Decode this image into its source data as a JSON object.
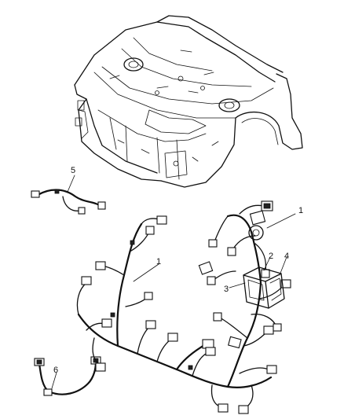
{
  "callouts": {
    "c1_top": "1",
    "c1_mid": "1",
    "c2": "2",
    "c3": "3",
    "c4": "4",
    "c5": "5",
    "c6": "6"
  },
  "icons": {
    "body_structure": "front-end-body-structure-illustration",
    "harness": "engine-wiring-harness-illustration",
    "module": "power-distribution-module-illustration"
  }
}
